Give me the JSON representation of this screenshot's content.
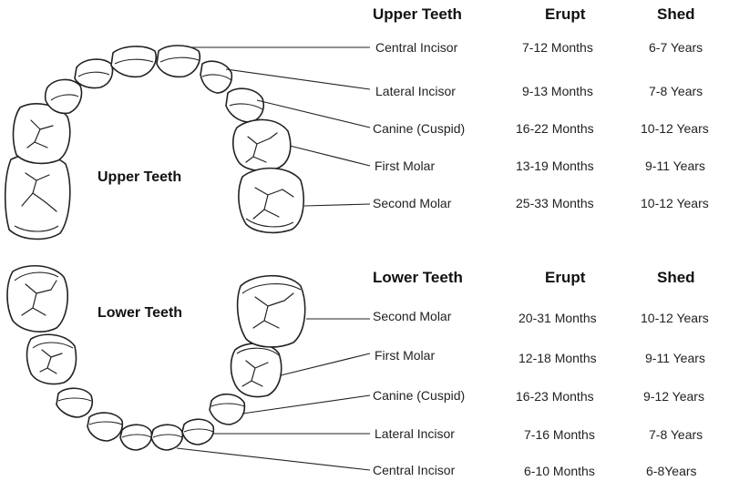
{
  "upper": {
    "jaw_label": "Upper Teeth",
    "header": {
      "title": "Upper Teeth",
      "erupt": "Erupt",
      "shed": "Shed"
    },
    "rows": [
      {
        "tooth": "Central Incisor",
        "erupt": "7-12 Months",
        "shed": "6-7 Years"
      },
      {
        "tooth": "Lateral Incisor",
        "erupt": "9-13 Months",
        "shed": "7-8 Years"
      },
      {
        "tooth": "Canine (Cuspid)",
        "erupt": "16-22 Months",
        "shed": "10-12 Years"
      },
      {
        "tooth": "First Molar",
        "erupt": "13-19 Months",
        "shed": "9-11 Years"
      },
      {
        "tooth": "Second Molar",
        "erupt": "25-33 Months",
        "shed": "10-12 Years"
      }
    ]
  },
  "lower": {
    "jaw_label": "Lower Teeth",
    "header": {
      "title": "Lower Teeth",
      "erupt": "Erupt",
      "shed": "Shed"
    },
    "rows": [
      {
        "tooth": "Second Molar",
        "erupt": "20-31 Months",
        "shed": "10-12 Years"
      },
      {
        "tooth": "First Molar",
        "erupt": "12-18 Months",
        "shed": "9-11 Years"
      },
      {
        "tooth": "Canine (Cuspid)",
        "erupt": "16-23 Months",
        "shed": "9-12 Years"
      },
      {
        "tooth": "Lateral Incisor",
        "erupt": "7-16 Months",
        "shed": "7-8 Years"
      },
      {
        "tooth": "Central Incisor",
        "erupt": "6-10 Months",
        "shed": "6-8Years"
      }
    ]
  }
}
